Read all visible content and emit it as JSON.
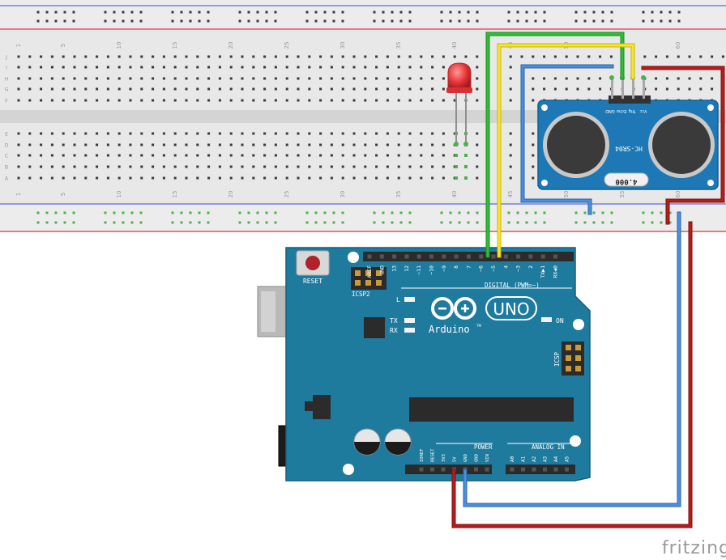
{
  "breadboard": {
    "row_letters_top": [
      "J",
      "I",
      "H",
      "G",
      "F"
    ],
    "row_letters_bottom": [
      "E",
      "D",
      "C",
      "B",
      "A"
    ],
    "column_numbers": [
      "1",
      "5",
      "10",
      "15",
      "20",
      "25",
      "30",
      "35",
      "40",
      "45",
      "50",
      "55",
      "60"
    ]
  },
  "sensor": {
    "pins": [
      "GND",
      "Echo",
      "Trig",
      "Vcc"
    ],
    "model_label": "HC-SR04",
    "crystal_label": "4.000"
  },
  "arduino": {
    "reset_label": "RESET",
    "icsp2_label": "ICSP2",
    "icsp_label": "ICSP",
    "digital_label": "DIGITAL (PWM=~)",
    "digital_pins": [
      "AREF",
      "GND",
      "13",
      "12",
      "~11",
      "~10",
      "~9",
      "8",
      "7",
      "~6",
      "~5",
      "4",
      "~3",
      "2",
      "TX▶1",
      "RX◀0"
    ],
    "led_l": "L",
    "led_tx": "TX",
    "led_rx": "RX",
    "on_label": "ON",
    "brand": "Arduino",
    "tm": "TM",
    "model": "UNO",
    "power_label": "POWER",
    "power_pins": [
      "IOREF",
      "RESET",
      "3V3",
      "5V",
      "GND",
      "GND",
      "VIN"
    ],
    "analog_label": "ANALOG IN",
    "analog_pins": [
      "A0",
      "A1",
      "A2",
      "A3",
      "A4",
      "A5"
    ]
  },
  "colors": {
    "board": "#1f7b9e",
    "board_dark": "#155f7c",
    "breadboard": "#e7e7e7",
    "wire_green": "#24a82b",
    "wire_yellow": "#f2e21c",
    "wire_blue": "#3a7fd0",
    "wire_red": "#b31b1b",
    "led": "#e8373b"
  },
  "watermark": "fritzing"
}
